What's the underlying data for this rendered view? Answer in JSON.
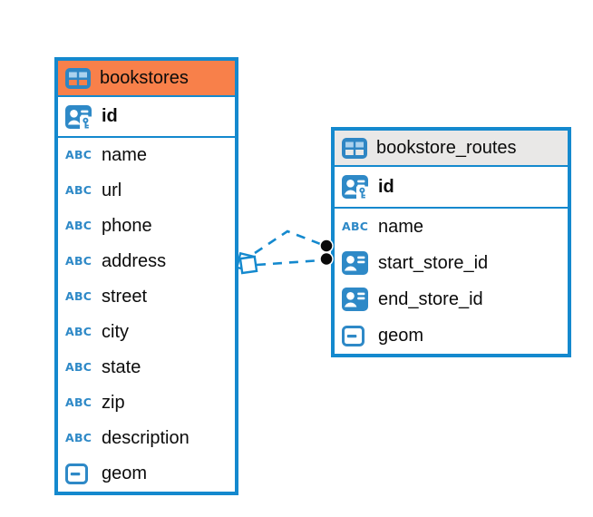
{
  "diagram": {
    "colors": {
      "table_border": "#1489CE",
      "icon_blue": "#2E89C7",
      "connector_line": "#1489CE",
      "dot_end": "#0a0a0a",
      "bookstores_header": "#F8804A",
      "routes_header": "#E9E8E7"
    },
    "icons": {
      "text_type_glyph": "ABC"
    },
    "tables": [
      {
        "name": "bookstores",
        "header_color": "#F8804A",
        "primary_key": {
          "name": "id",
          "type": "primary-key"
        },
        "columns": [
          {
            "name": "name",
            "type": "text"
          },
          {
            "name": "url",
            "type": "text"
          },
          {
            "name": "phone",
            "type": "text"
          },
          {
            "name": "address",
            "type": "text"
          },
          {
            "name": "street",
            "type": "text"
          },
          {
            "name": "city",
            "type": "text"
          },
          {
            "name": "state",
            "type": "text"
          },
          {
            "name": "zip",
            "type": "text"
          },
          {
            "name": "description",
            "type": "text"
          },
          {
            "name": "geom",
            "type": "geometry"
          }
        ]
      },
      {
        "name": "bookstore_routes",
        "header_color": "#E9E8E7",
        "primary_key": {
          "name": "id",
          "type": "primary-key"
        },
        "columns": [
          {
            "name": "name",
            "type": "text"
          },
          {
            "name": "start_store_id",
            "type": "reference"
          },
          {
            "name": "end_store_id",
            "type": "reference"
          },
          {
            "name": "geom",
            "type": "geometry"
          }
        ]
      }
    ],
    "relationships": [
      {
        "from": "bookstore_routes.start_store_id",
        "to": "bookstores.id"
      },
      {
        "from": "bookstore_routes.end_store_id",
        "to": "bookstores.id"
      }
    ]
  }
}
